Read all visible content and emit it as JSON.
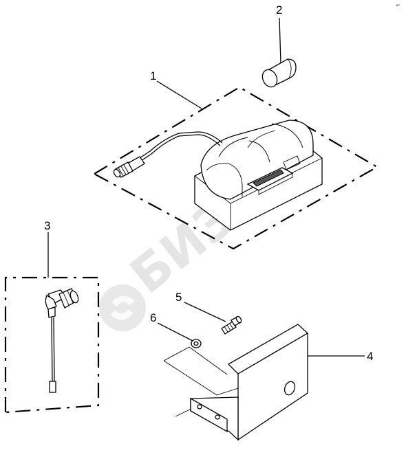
{
  "diagram": {
    "callouts": [
      "1",
      "2",
      "3",
      "4",
      "5",
      "6"
    ],
    "watermark": "БИЗОН",
    "corner_mark": "⌐"
  }
}
